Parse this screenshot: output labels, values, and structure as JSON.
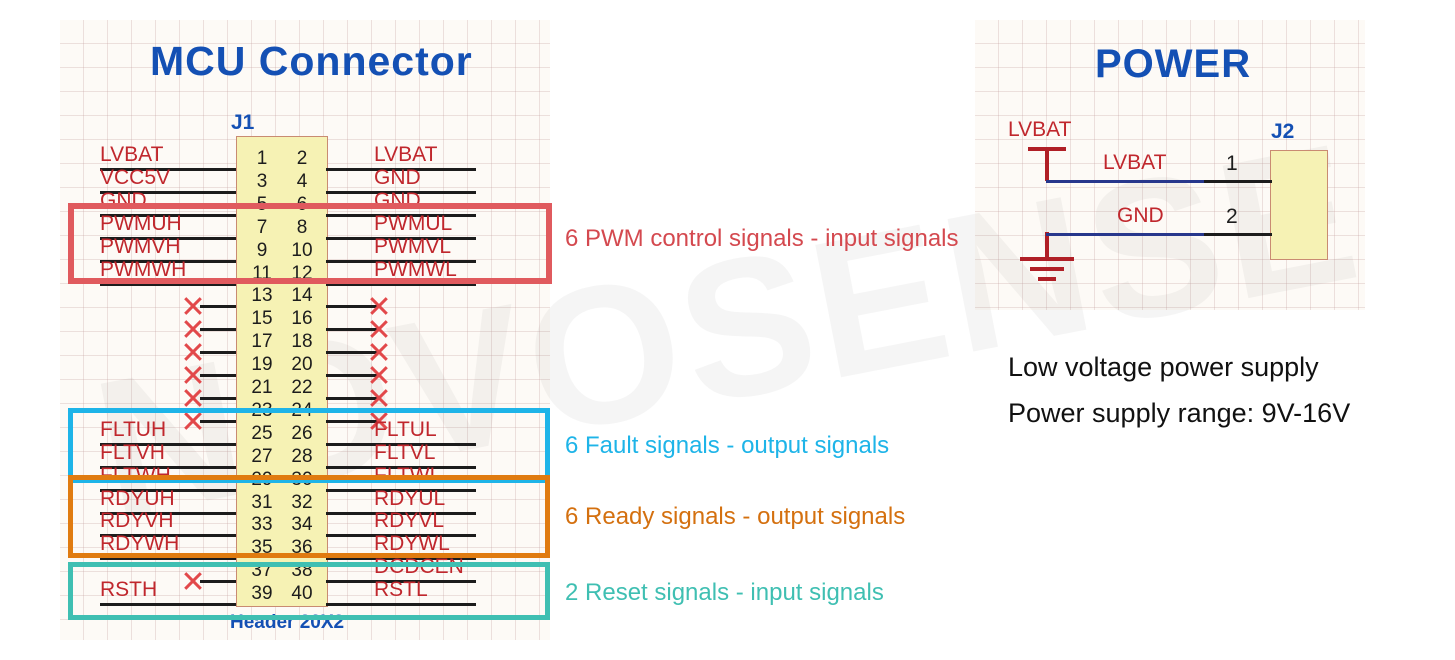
{
  "watermark": {
    "text": "NOVOSENSE"
  },
  "mcu_block": {
    "title": "MCU   Connector",
    "refdes": "J1",
    "footprint": "Header 20X2",
    "rows": [
      {
        "pin_left": "1",
        "pin_right": "2",
        "label_left": "LVBAT",
        "label_right": "LVBAT",
        "nc_left": false,
        "nc_right": false
      },
      {
        "pin_left": "3",
        "pin_right": "4",
        "label_left": "VCC5V",
        "label_right": "GND",
        "nc_left": false,
        "nc_right": false
      },
      {
        "pin_left": "5",
        "pin_right": "6",
        "label_left": "GND",
        "label_right": "GND",
        "nc_left": false,
        "nc_right": false
      },
      {
        "pin_left": "7",
        "pin_right": "8",
        "label_left": "PWMUH",
        "label_right": "PWMUL",
        "nc_left": false,
        "nc_right": false
      },
      {
        "pin_left": "9",
        "pin_right": "10",
        "label_left": "PWMVH",
        "label_right": "PWMVL",
        "nc_left": false,
        "nc_right": false
      },
      {
        "pin_left": "11",
        "pin_right": "12",
        "label_left": "PWMWH",
        "label_right": "PWMWL",
        "nc_left": false,
        "nc_right": false
      },
      {
        "pin_left": "13",
        "pin_right": "14",
        "label_left": "",
        "label_right": "",
        "nc_left": true,
        "nc_right": true
      },
      {
        "pin_left": "15",
        "pin_right": "16",
        "label_left": "",
        "label_right": "",
        "nc_left": true,
        "nc_right": true
      },
      {
        "pin_left": "17",
        "pin_right": "18",
        "label_left": "",
        "label_right": "",
        "nc_left": true,
        "nc_right": true
      },
      {
        "pin_left": "19",
        "pin_right": "20",
        "label_left": "",
        "label_right": "",
        "nc_left": true,
        "nc_right": true
      },
      {
        "pin_left": "21",
        "pin_right": "22",
        "label_left": "",
        "label_right": "",
        "nc_left": true,
        "nc_right": true
      },
      {
        "pin_left": "23",
        "pin_right": "24",
        "label_left": "",
        "label_right": "",
        "nc_left": true,
        "nc_right": true
      },
      {
        "pin_left": "25",
        "pin_right": "26",
        "label_left": "FLTUH",
        "label_right": "FLTUL",
        "nc_left": false,
        "nc_right": false
      },
      {
        "pin_left": "27",
        "pin_right": "28",
        "label_left": "FLTVH",
        "label_right": "FLTVL",
        "nc_left": false,
        "nc_right": false
      },
      {
        "pin_left": "29",
        "pin_right": "30",
        "label_left": "FLTWH",
        "label_right": "FLTWL",
        "nc_left": false,
        "nc_right": false
      },
      {
        "pin_left": "31",
        "pin_right": "32",
        "label_left": "RDYUH",
        "label_right": "RDYUL",
        "nc_left": false,
        "nc_right": false
      },
      {
        "pin_left": "33",
        "pin_right": "34",
        "label_left": "RDYVH",
        "label_right": "RDYVL",
        "nc_left": false,
        "nc_right": false
      },
      {
        "pin_left": "35",
        "pin_right": "36",
        "label_left": "RDYWH",
        "label_right": "RDYWL",
        "nc_left": false,
        "nc_right": false
      },
      {
        "pin_left": "37",
        "pin_right": "38",
        "label_left": "",
        "label_right": "DCDCEN",
        "nc_left": true,
        "nc_right": false
      },
      {
        "pin_left": "39",
        "pin_right": "40",
        "label_left": "RSTH",
        "label_right": "RSTL",
        "nc_left": false,
        "nc_right": false
      }
    ]
  },
  "highlights": [
    {
      "id": "pwm",
      "color": "#e05a5e",
      "annotation": "6 PWM control signals - input signals",
      "anno_color": "#d4494f"
    },
    {
      "id": "fault",
      "color": "#1eb4e8",
      "annotation": "6 Fault signals - output signals",
      "anno_color": "#1eb4e8"
    },
    {
      "id": "ready",
      "color": "#e07b10",
      "annotation": "6 Ready signals - output signals",
      "anno_color": "#d4700f"
    },
    {
      "id": "reset",
      "color": "#3fbfb2",
      "annotation": "2 Reset signals - input signals",
      "anno_color": "#3fbfb2"
    }
  ],
  "power_block": {
    "title": "POWER",
    "refdes": "J2",
    "flag_label": "LVBAT",
    "rows": [
      {
        "pin": "1",
        "net": "LVBAT"
      },
      {
        "pin": "2",
        "net": "GND"
      }
    ],
    "notes": [
      "Low voltage power supply",
      "Power supply range: 9V-16V"
    ]
  },
  "colors": {
    "net_red": "#c0272d",
    "title_blue": "#1450b4",
    "body_yellow": "#f6f2b4",
    "wire_black": "#1c1c1c",
    "wire_blue": "#27378c",
    "sheet_cream": "#fdfaf6"
  }
}
